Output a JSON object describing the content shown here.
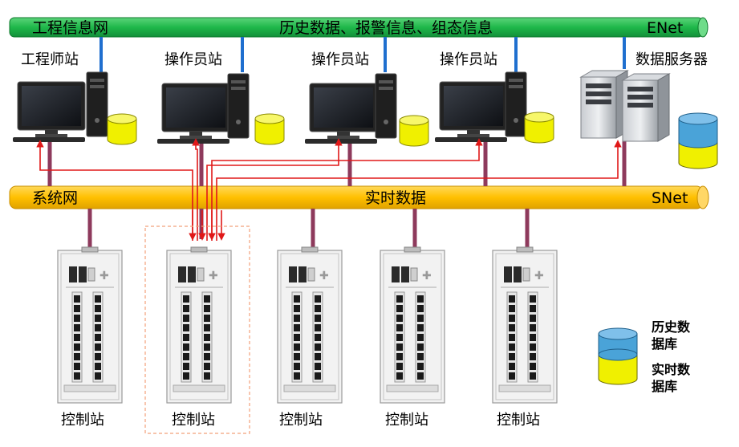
{
  "enet": {
    "left_label": "工程信息网",
    "center_label": "历史数据、报警信息、组态信息",
    "right_label": "ENet",
    "color": "#1fb84a",
    "edge_color": "#0f7a2e"
  },
  "snet": {
    "left_label": "系统网",
    "center_label": "实时数据",
    "right_label": "SNet",
    "color": "#ffc000",
    "edge_color": "#c98f00"
  },
  "workstations": [
    {
      "label": "工程师站"
    },
    {
      "label": "操作员站"
    },
    {
      "label": "操作员站"
    },
    {
      "label": "操作员站"
    }
  ],
  "server": {
    "label": "数据服务器"
  },
  "control_stations": [
    {
      "label": "控制站"
    },
    {
      "label": "控制站"
    },
    {
      "label": "控制站"
    },
    {
      "label": "控制站"
    },
    {
      "label": "控制站"
    }
  ],
  "legend": {
    "history": "历史数\n据库",
    "realtime": "实时数\n据库"
  },
  "colors": {
    "link_blue": "#1f6fcf",
    "link_mauve": "#8e3a5c",
    "arrow_red": "#e01818",
    "db_blue": "#4aa3d8",
    "db_yellow": "#f0f000"
  }
}
